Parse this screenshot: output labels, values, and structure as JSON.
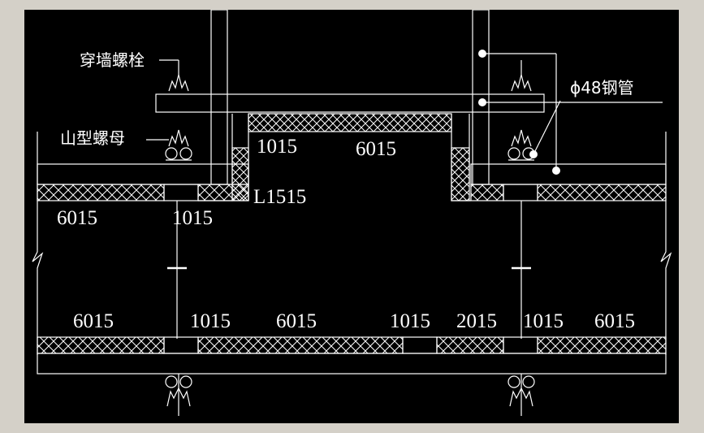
{
  "labels": {
    "wall_bolt": "穿墙螺栓",
    "mountain_nut": "山型螺母",
    "steel_pipe": "ϕ48钢管",
    "angle": "L1515"
  },
  "dimensions": {
    "top_1015": "1015",
    "top_6015": "6015",
    "left_6015": "6015",
    "left_1015": "1015",
    "b1": "6015",
    "b2": "1015",
    "b3": "6015",
    "b4": "1015",
    "b5": "2015",
    "b6": "1015",
    "b7": "6015"
  },
  "colors": {
    "background": "#000000",
    "line": "#ffffff",
    "frame": "#d4d0c8"
  }
}
